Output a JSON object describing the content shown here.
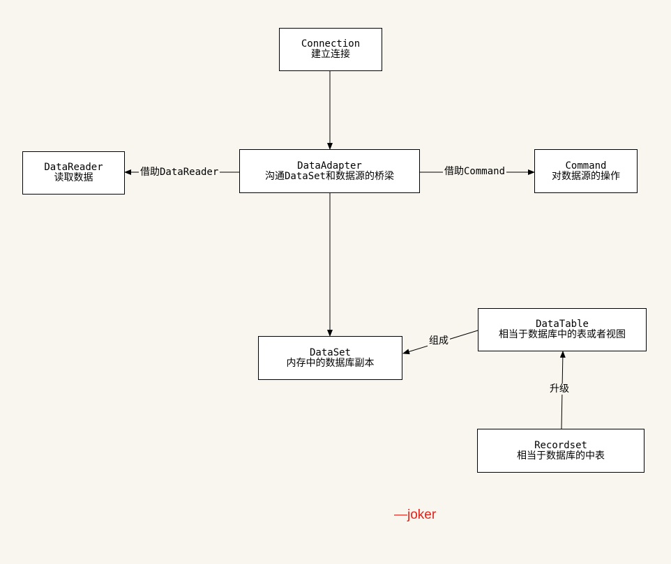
{
  "nodes": {
    "connection": {
      "title": "Connection",
      "desc": "建立连接"
    },
    "dataadapter": {
      "title": "DataAdapter",
      "desc": "沟通DataSet和数据源的桥梁"
    },
    "datareader": {
      "title": "DataReader",
      "desc": "读取数据"
    },
    "command": {
      "title": "Command",
      "desc": "对数据源的操作"
    },
    "dataset": {
      "title": "DataSet",
      "desc": "内存中的数据库副本"
    },
    "datatable": {
      "title": "DataTable",
      "desc": "相当于数据库中的表或者视图"
    },
    "recordset": {
      "title": "Recordset",
      "desc": "相当于数据库的中表"
    }
  },
  "edges": {
    "via_datareader": "借助DataReader",
    "via_command": "借助Command",
    "compose": "组成",
    "upgrade": "升级"
  },
  "signature": "—joker",
  "colors": {
    "background": "#f9f6ef",
    "box": "#ffffff",
    "line": "#000000",
    "signature": "#e0241b"
  }
}
